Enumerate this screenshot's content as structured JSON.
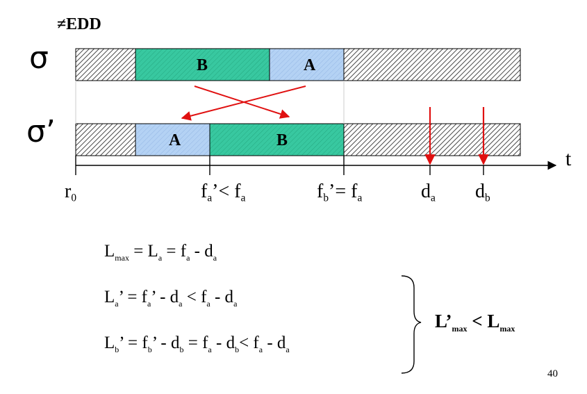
{
  "header": {
    "neq_edd": "≠EDD"
  },
  "schedules": {
    "sigma": {
      "label": "σ",
      "tasks": [
        "B",
        "A"
      ]
    },
    "sigma_prime": {
      "label": "σ’",
      "tasks": [
        "A",
        "B"
      ]
    }
  },
  "axis": {
    "t_label": "t",
    "r0": {
      "main": "r",
      "sub": "0"
    },
    "fa_prime_lt_fa": {
      "f1": "f",
      "s1": "a",
      "mid": "’< f",
      "s2": "a"
    },
    "fb_prime_eq_fa": {
      "f1": "f",
      "s1": "b",
      "mid": "’= f",
      "s2": "a"
    },
    "da": {
      "main": "d",
      "sub": "a"
    },
    "db": {
      "main": "d",
      "sub": "b"
    }
  },
  "equations": {
    "eq1": {
      "p1": "L",
      "s1": "max",
      "p2": " = L",
      "s2": "a",
      "p3": " = f",
      "s3": "a",
      "p4": " - d",
      "s4": "a"
    },
    "eq2": {
      "p1": "L",
      "s1": "a",
      "p2": "’ = f",
      "s2": "a",
      "p3": "’ - d",
      "s3": "a",
      "p4": " < f",
      "s4": "a",
      "p5": " - d",
      "s5": "a"
    },
    "eq3": {
      "p1": "L",
      "s1": "b",
      "p2": "’ = f",
      "s2": "b",
      "p3": "’ - d",
      "s3": "b",
      "p4": " = f",
      "s4": "a",
      "p5": " - d",
      "s5": "b",
      "p6": "< f",
      "s6": "a",
      "p7": " - d",
      "s7": "a"
    },
    "conclusion": {
      "p1": "L’",
      "s1": "max",
      "p2": " < L",
      "s2": "max"
    }
  },
  "page_number": "40",
  "colors": {
    "task_b": "#3cc8a0",
    "task_a": "#a8c8f0",
    "hatch_line": "#333333",
    "arrow_red": "#e01010"
  }
}
